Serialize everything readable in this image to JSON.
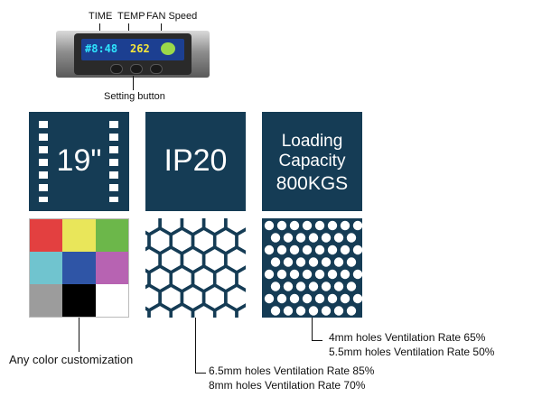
{
  "panel": {
    "labels": {
      "time": "TIME",
      "temp": "TEMP",
      "fan": "FAN Speed",
      "setting": "Setting button"
    },
    "display": {
      "left_digits": "#8:48",
      "right_digits": "262"
    },
    "colors": {
      "bezel": "#2a2a2a",
      "screen": "#1c3f91",
      "digits_left": "#2ee5ff",
      "digits_right": "#f5e63b",
      "fan_icon": "#9bd94a"
    }
  },
  "tiles": {
    "size": {
      "text": "19\""
    },
    "ip": {
      "text": "IP20"
    },
    "loading": {
      "line1": "Loading",
      "line2": "Capacity",
      "line3": "800KGS"
    }
  },
  "swatches": {
    "colors": [
      "#e34040",
      "#e9e65a",
      "#6cb74a",
      "#70c4cf",
      "#2f55a6",
      "#b763b2",
      "#9c9c9c",
      "#000000",
      "#ffffff"
    ],
    "label": "Any color customization"
  },
  "hex_mesh": {
    "line1": "6.5mm holes Ventilation Rate 85%",
    "line2": "8mm holes Ventilation Rate 70%"
  },
  "round_mesh": {
    "line1": "4mm holes Ventilation Rate 65%",
    "line2": "5.5mm holes Ventilation Rate 50%"
  },
  "theme": {
    "navy": "#153c55"
  }
}
